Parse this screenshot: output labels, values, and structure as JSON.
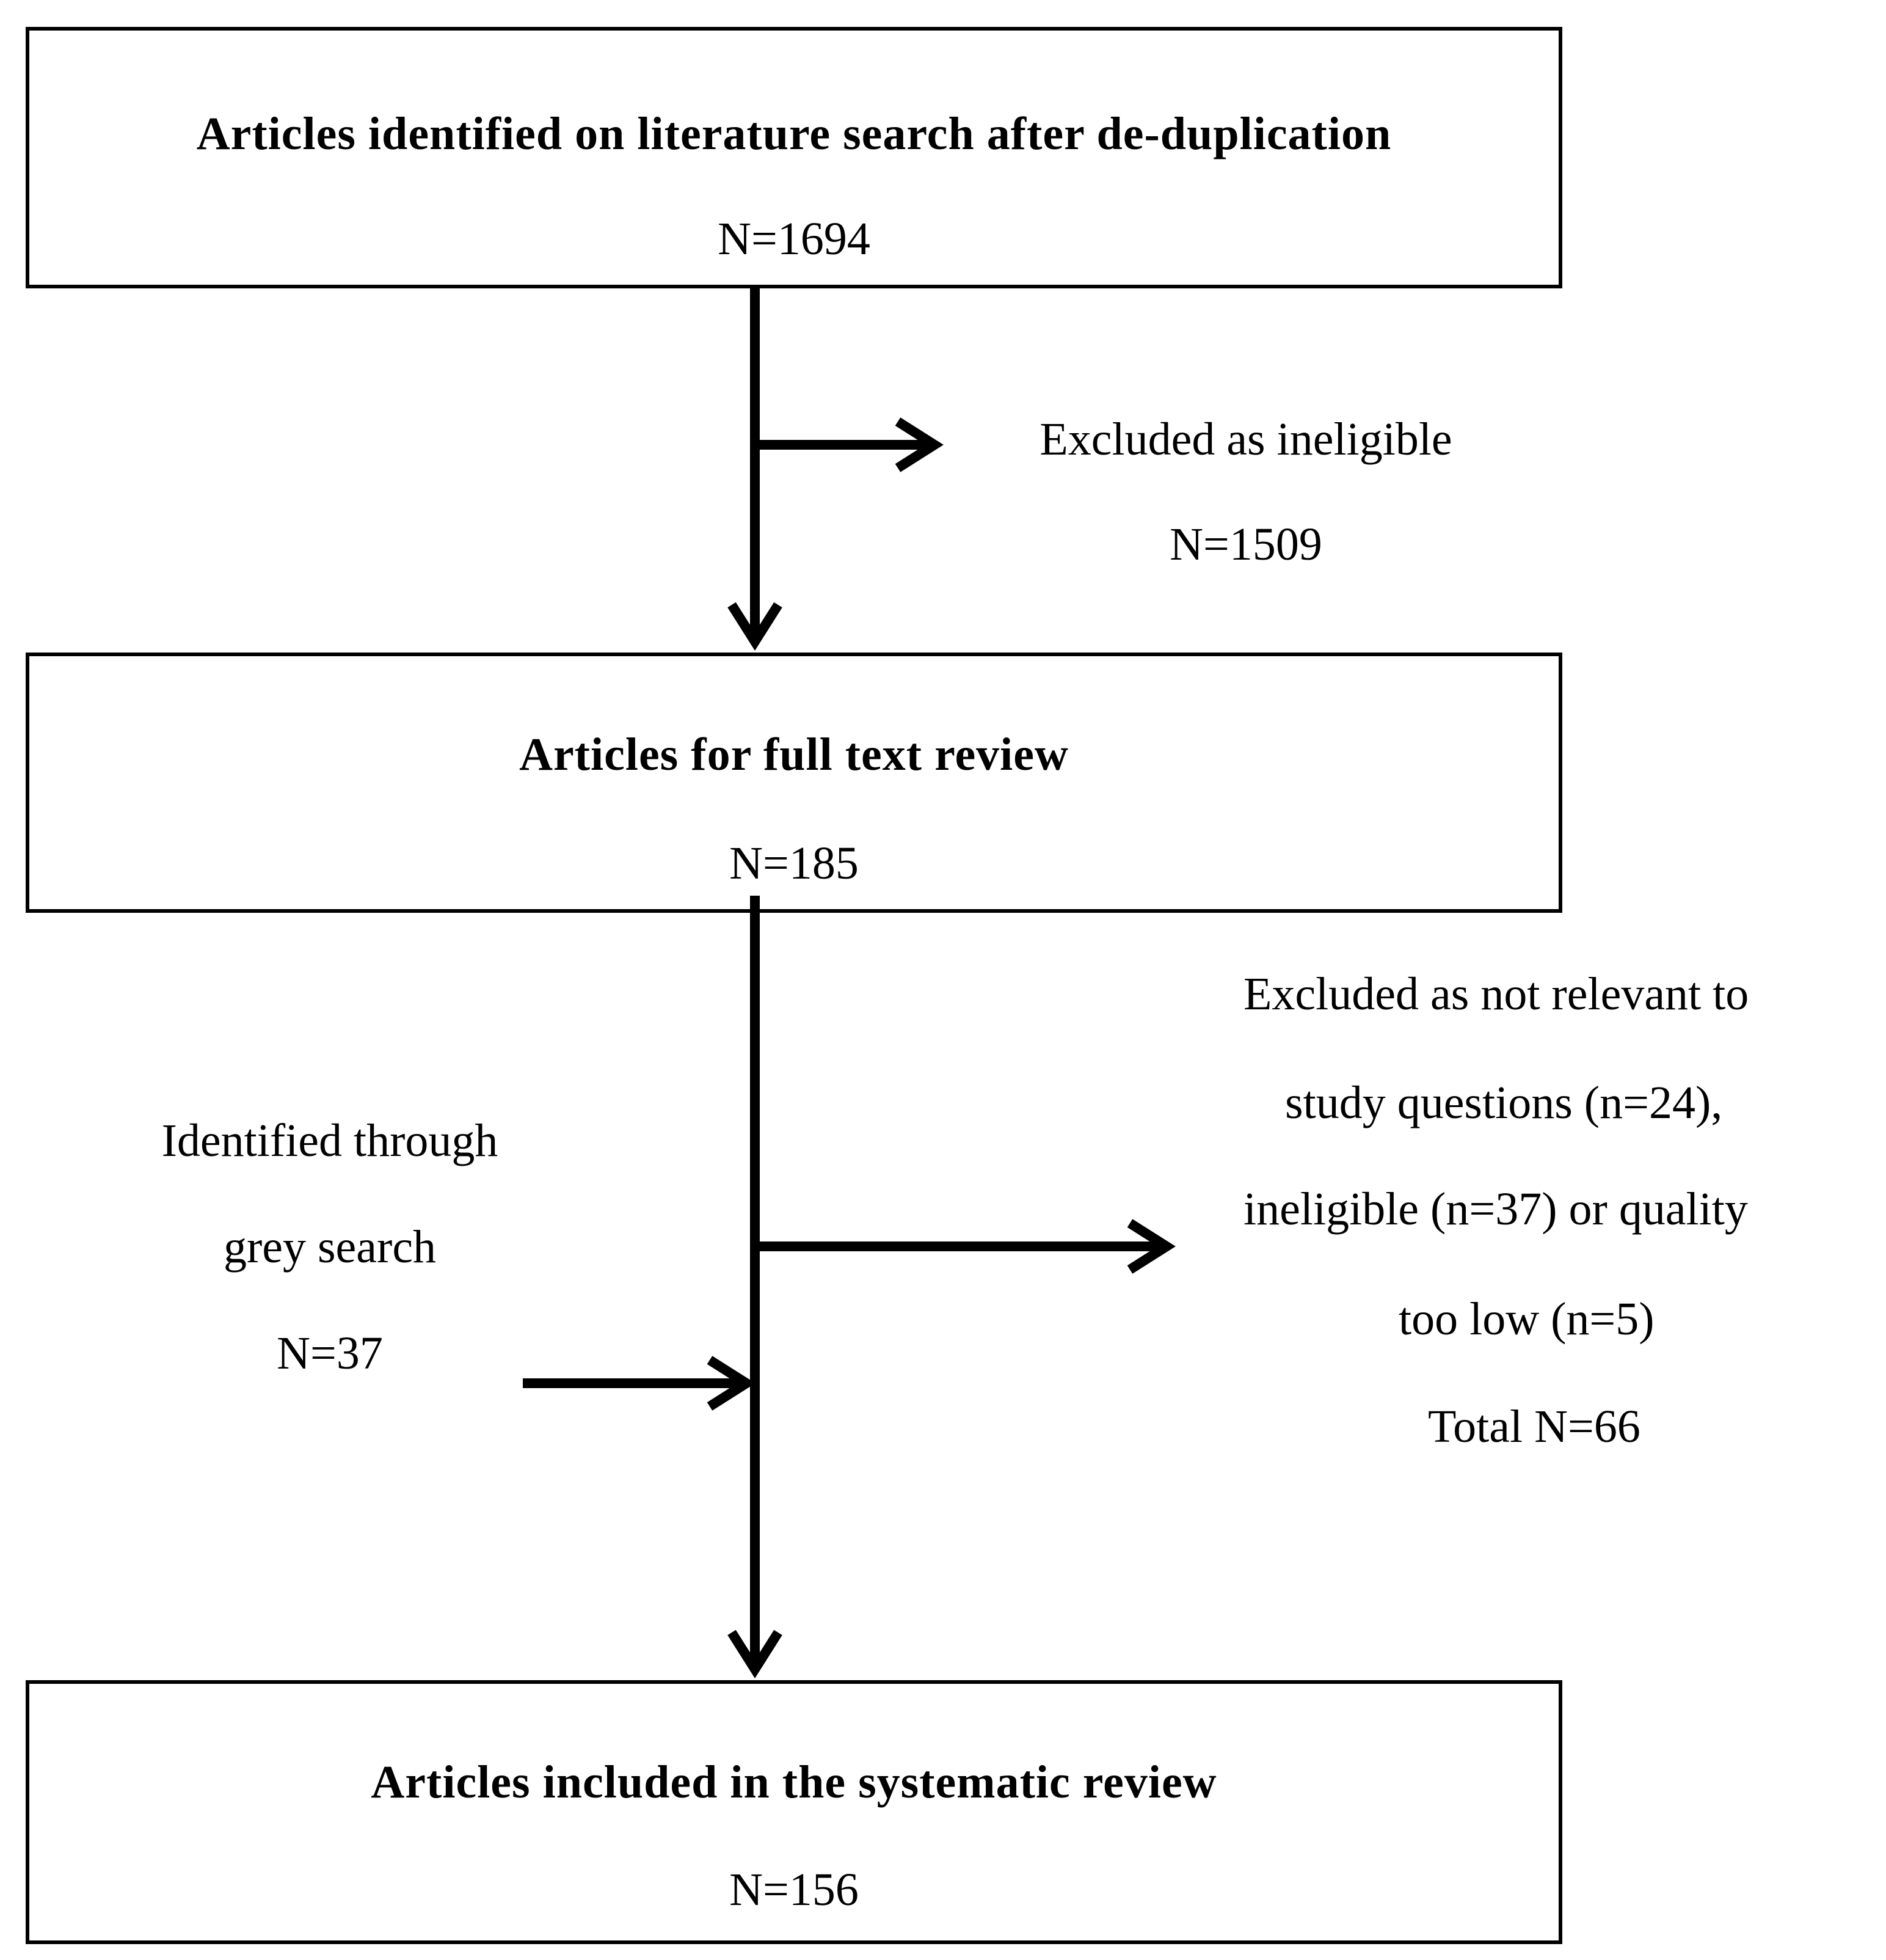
{
  "stage1": {
    "title": "Articles identified on literature search after de-duplication",
    "count": "N=1694"
  },
  "exclusion1": {
    "label": "Excluded as ineligible",
    "count": "N=1509"
  },
  "stage2": {
    "title": "Articles for full text review",
    "count": "N=185"
  },
  "grey_search": {
    "line1": "Identified through",
    "line2": "grey search",
    "count": "N=37"
  },
  "exclusion2": {
    "line1": "Excluded as not relevant to",
    "line2": "study questions (n=24),",
    "line3": "ineligible (n=37) or quality",
    "line4": "too low (n=5)",
    "total": "Total N=66"
  },
  "stage3": {
    "title": "Articles included in the systematic review",
    "count": "N=156"
  }
}
